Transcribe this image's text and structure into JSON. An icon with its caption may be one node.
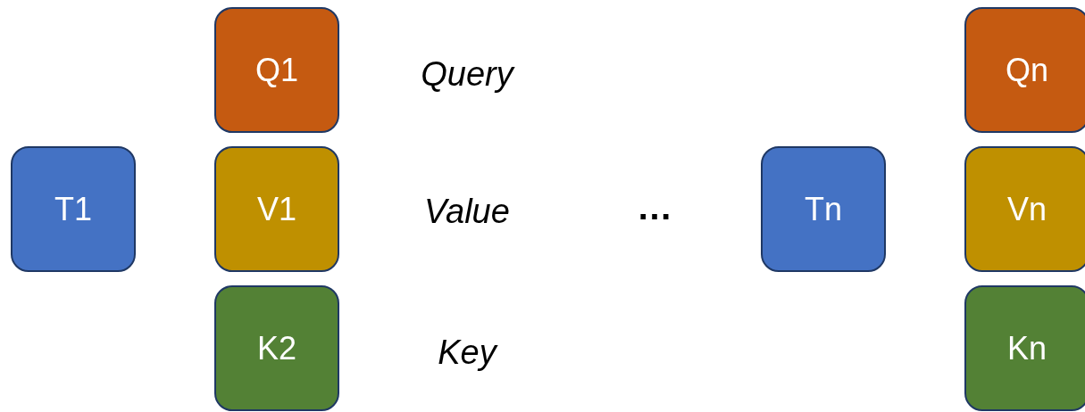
{
  "diagram": {
    "nodes": [
      {
        "text": [
          "T1"
        ]
      },
      {
        "text": [
          "Q1"
        ]
      },
      {
        "text": [
          "V1"
        ]
      },
      {
        "text": [
          "K2"
        ]
      },
      {
        "text": [
          "Tn"
        ]
      },
      {
        "text": [
          "Qn"
        ]
      },
      {
        "text": [
          "Vn"
        ]
      },
      {
        "text": [
          "Kn"
        ]
      }
    ],
    "edges": [],
    "labels": [
      "Query",
      "Value",
      "…",
      "Key"
    ]
  }
}
